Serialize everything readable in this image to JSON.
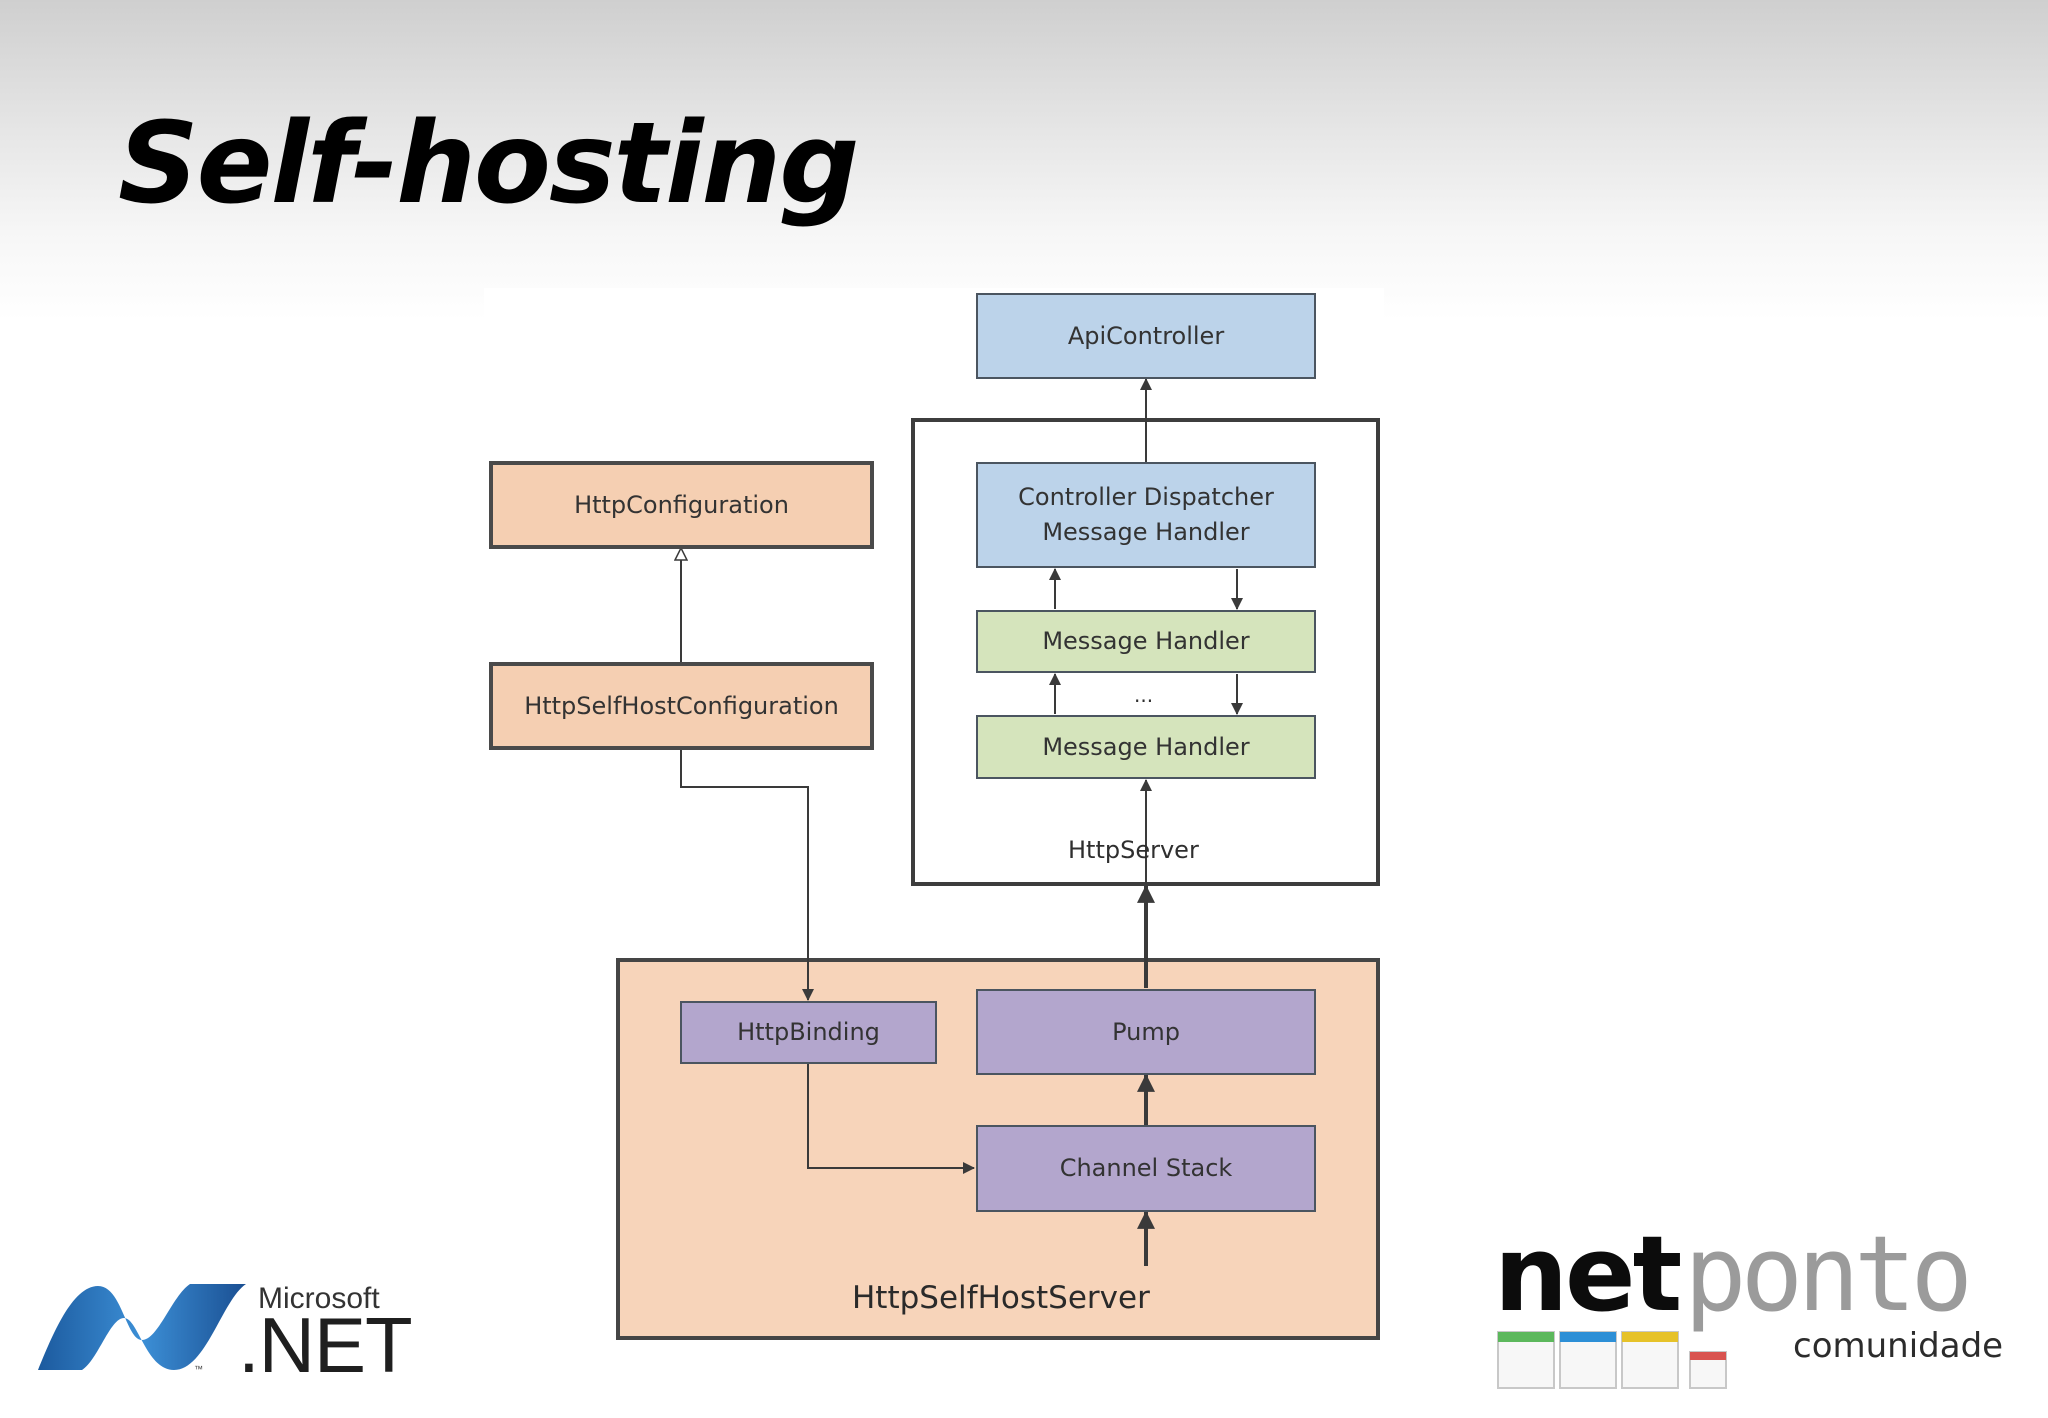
{
  "slide": {
    "title": "Self-hosting"
  },
  "diagram": {
    "nodes": {
      "api_controller": "ApiController",
      "controller_dispatcher_line1": "Controller Dispatcher",
      "controller_dispatcher_line2": "Message Handler",
      "message_handler_1": "Message Handler",
      "ellipsis": "...",
      "message_handler_2": "Message Handler",
      "http_server": "HttpServer",
      "http_configuration": "HttpConfiguration",
      "http_self_host_configuration": "HttpSelfHostConfiguration",
      "http_binding": "HttpBinding",
      "pump": "Pump",
      "channel_stack": "Channel Stack",
      "http_self_host_server": "HttpSelfHostServer"
    },
    "colors": {
      "blue": "#bcd3ea",
      "green": "#d5e4bc",
      "purple": "#b3a6cd",
      "orange": "#f5cfb2"
    }
  },
  "logos": {
    "dotnet": {
      "brand": "Microsoft",
      "name": ".NET",
      "tm": "™",
      "icon": "dotnet-wave-icon"
    },
    "netponto": {
      "part1": "net",
      "part2": "ponto",
      "subtitle": "comunidade",
      "square_colors": [
        "#5cb85c",
        "#2d8fd6",
        "#e6c229",
        "#d9534f"
      ]
    }
  }
}
